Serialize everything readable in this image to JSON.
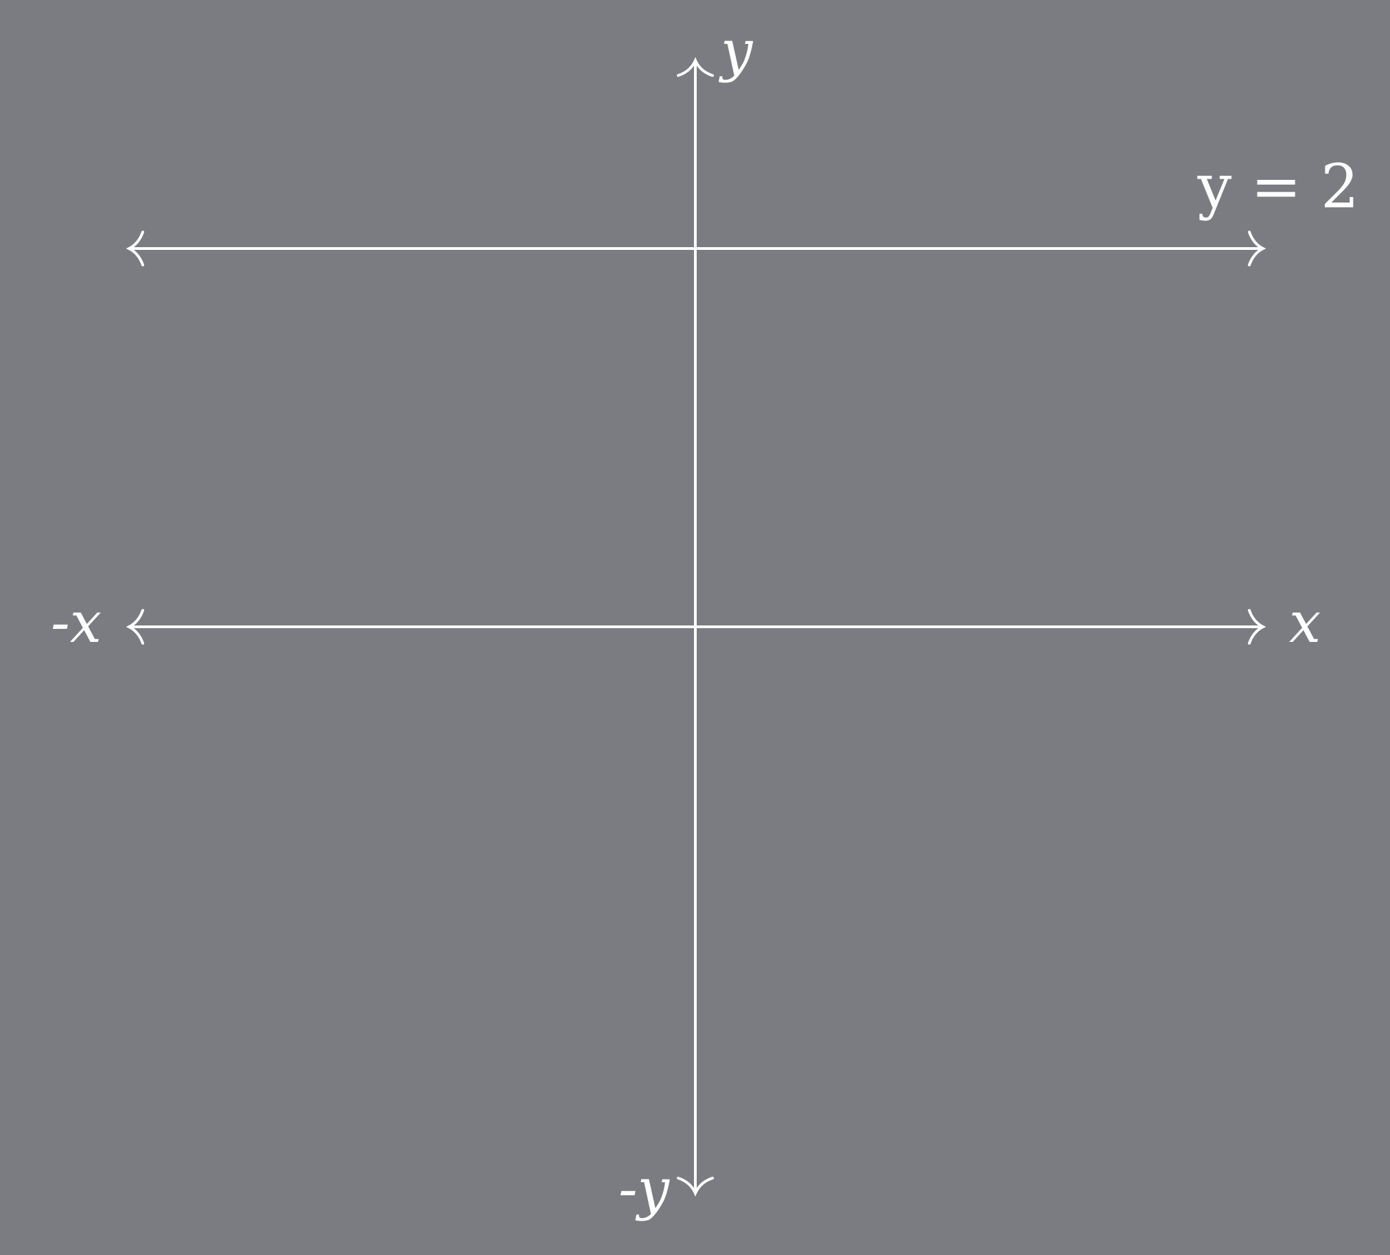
{
  "colors": {
    "background": "#7a7c81",
    "stroke": "#ffffff"
  },
  "labels": {
    "y_axis_pos": "y",
    "y_axis_neg": "-y",
    "x_axis_pos": "x",
    "x_axis_neg": "-x",
    "line_equation": "y = 2"
  },
  "chart_data": {
    "type": "line",
    "lines": [
      {
        "equation": "y = 2",
        "slope": 0,
        "intercept": 2
      }
    ]
  }
}
